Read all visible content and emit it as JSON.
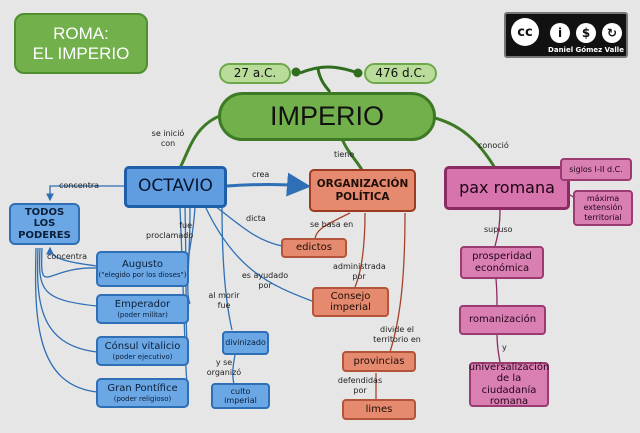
{
  "title": {
    "line1": "ROMA:",
    "line2": "EL IMPERIO"
  },
  "license": {
    "author": "Daniel Gómez Valle"
  },
  "timeline": {
    "start": "27 a.C.",
    "end": "476 d.C."
  },
  "center": "IMPERIO",
  "octavio": {
    "name": "OCTAVIO",
    "poderes": "TODOS LOS PODERES",
    "roles": [
      {
        "title": "Augusto",
        "desc": "(\"elegido por los dioses\")"
      },
      {
        "title": "Emperador",
        "desc": "(poder militar)"
      },
      {
        "title": "Cónsul vitalicio",
        "desc": "(poder ejecutivo)"
      },
      {
        "title": "Gran Pontífice",
        "desc": "(poder religioso)"
      }
    ],
    "divinizado": "divinizado",
    "culto": "culto imperial"
  },
  "organizacion": {
    "name": "ORGANIZACIÓN POLÍTICA",
    "edictos": "edictos",
    "consejo": "Consejo imperial",
    "provincias": "provincias",
    "limes": "limes"
  },
  "pax": {
    "name": "pax romana",
    "siglos": "siglos I-II d.C.",
    "extension": "máxima extensión territorial",
    "prosperidad": "prosperidad económica",
    "romanizacion": "romanización",
    "ciudadania": "universalización de la ciudadanía romana"
  },
  "labels": {
    "se_inicio": "se inició con",
    "tiene": "tiene",
    "conocio": "conoció",
    "concentra1": "concentra",
    "concentra2": "concentra",
    "crea": "crea",
    "dicta": "dicta",
    "fue_proclamado": "fue proclamado",
    "es_ayudado": "es ayudado por",
    "al_morir": "al morir fue",
    "y_se_organizo": "y se organizó",
    "se_basa": "se basa en",
    "administrada": "administrada por",
    "divide": "divide el territorio en",
    "defendidas": "defendidas por",
    "supuso": "supuso",
    "y": "y"
  },
  "colors": {
    "green": "#72b04c",
    "blue": "#6aa7e4",
    "salmon": "#e58a6e",
    "pink": "#d97fb2",
    "arrow_blue": "#2e6fb5"
  }
}
